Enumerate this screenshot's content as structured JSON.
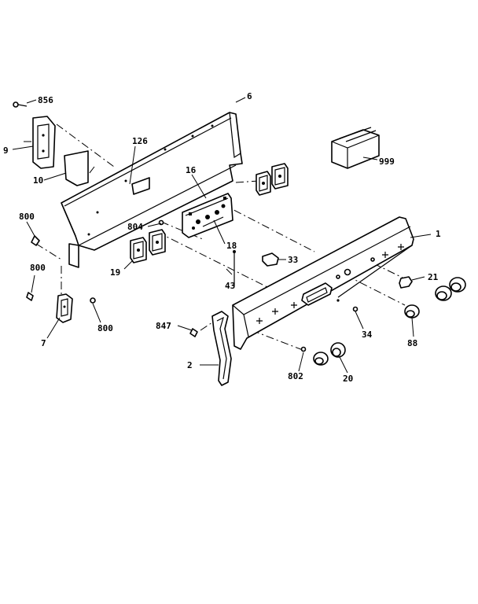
{
  "callouts": [
    {
      "id": "c-856",
      "text": "856"
    },
    {
      "id": "c-6",
      "text": "6"
    },
    {
      "id": "c-9",
      "text": "9"
    },
    {
      "id": "c-126",
      "text": "126"
    },
    {
      "id": "c-10",
      "text": "10"
    },
    {
      "id": "c-16",
      "text": "16"
    },
    {
      "id": "c-999",
      "text": "999"
    },
    {
      "id": "c-800a",
      "text": "800"
    },
    {
      "id": "c-804",
      "text": "804"
    },
    {
      "id": "c-1",
      "text": "1"
    },
    {
      "id": "c-18",
      "text": "18"
    },
    {
      "id": "c-19",
      "text": "19"
    },
    {
      "id": "c-33",
      "text": "33"
    },
    {
      "id": "c-800b",
      "text": "800"
    },
    {
      "id": "c-43",
      "text": "43"
    },
    {
      "id": "c-21",
      "text": "21"
    },
    {
      "id": "c-7",
      "text": "7"
    },
    {
      "id": "c-800c",
      "text": "800"
    },
    {
      "id": "c-847",
      "text": "847"
    },
    {
      "id": "c-34",
      "text": "34"
    },
    {
      "id": "c-88",
      "text": "88"
    },
    {
      "id": "c-2",
      "text": "2"
    },
    {
      "id": "c-802",
      "text": "802"
    },
    {
      "id": "c-20",
      "text": "20"
    }
  ]
}
